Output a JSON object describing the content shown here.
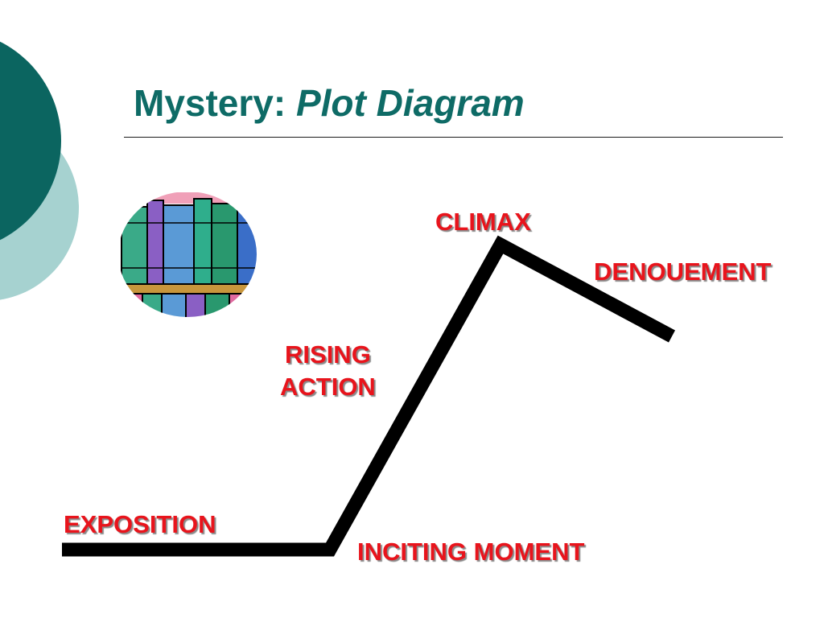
{
  "slide": {
    "title_main": "Mystery: ",
    "title_italic": "Plot Diagram"
  },
  "colors": {
    "title": "#0e6b66",
    "label": "#e8141c",
    "deco_dark": "#0b6560",
    "deco_light": "#a6d2d0",
    "plot_line": "#000000"
  },
  "icons": {
    "books_clipart": "bookshelf-icon"
  },
  "diagram": {
    "labels": {
      "climax": "CLIMAX",
      "denouement": "DENOUEMENT",
      "rising_line1": "RISING",
      "rising_line2": "ACTION",
      "exposition": "EXPOSITION",
      "inciting": "INCITING MOMENT"
    }
  }
}
